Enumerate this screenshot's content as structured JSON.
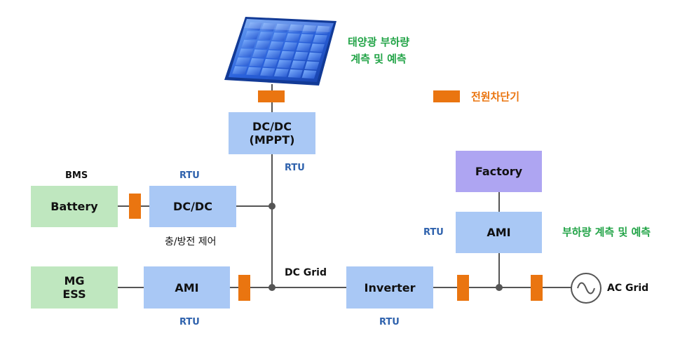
{
  "colors": {
    "blue_box": "#a9c8f5",
    "green_box": "#bfe7bf",
    "purple_box": "#aea5f2",
    "breaker": "#ea7510",
    "line": "#555555",
    "rtu_text": "#2f62ad",
    "green_text": "#23a448"
  },
  "nodes": {
    "dcdc_mppt": "DC/DC\n(MPPT)",
    "battery": "Battery",
    "dcdc": "DC/DC",
    "mg_ess": "MG\nESS",
    "ami_left": "AMI",
    "inverter": "Inverter",
    "factory": "Factory",
    "ami_right": "AMI"
  },
  "labels": {
    "solar_forecast": "태양광 부하량\n계측 및 예측",
    "legend_breaker": "전원차단기",
    "rtu": "RTU",
    "bms": "BMS",
    "charge_control": "충/방전 제어",
    "dc_grid": "DC Grid",
    "load_forecast": "부하량 계측 및 예측",
    "ac_grid": "AC Grid"
  },
  "icons": {
    "solar_panel": "solar-panel-icon",
    "ac_source": "ac-source-icon"
  }
}
